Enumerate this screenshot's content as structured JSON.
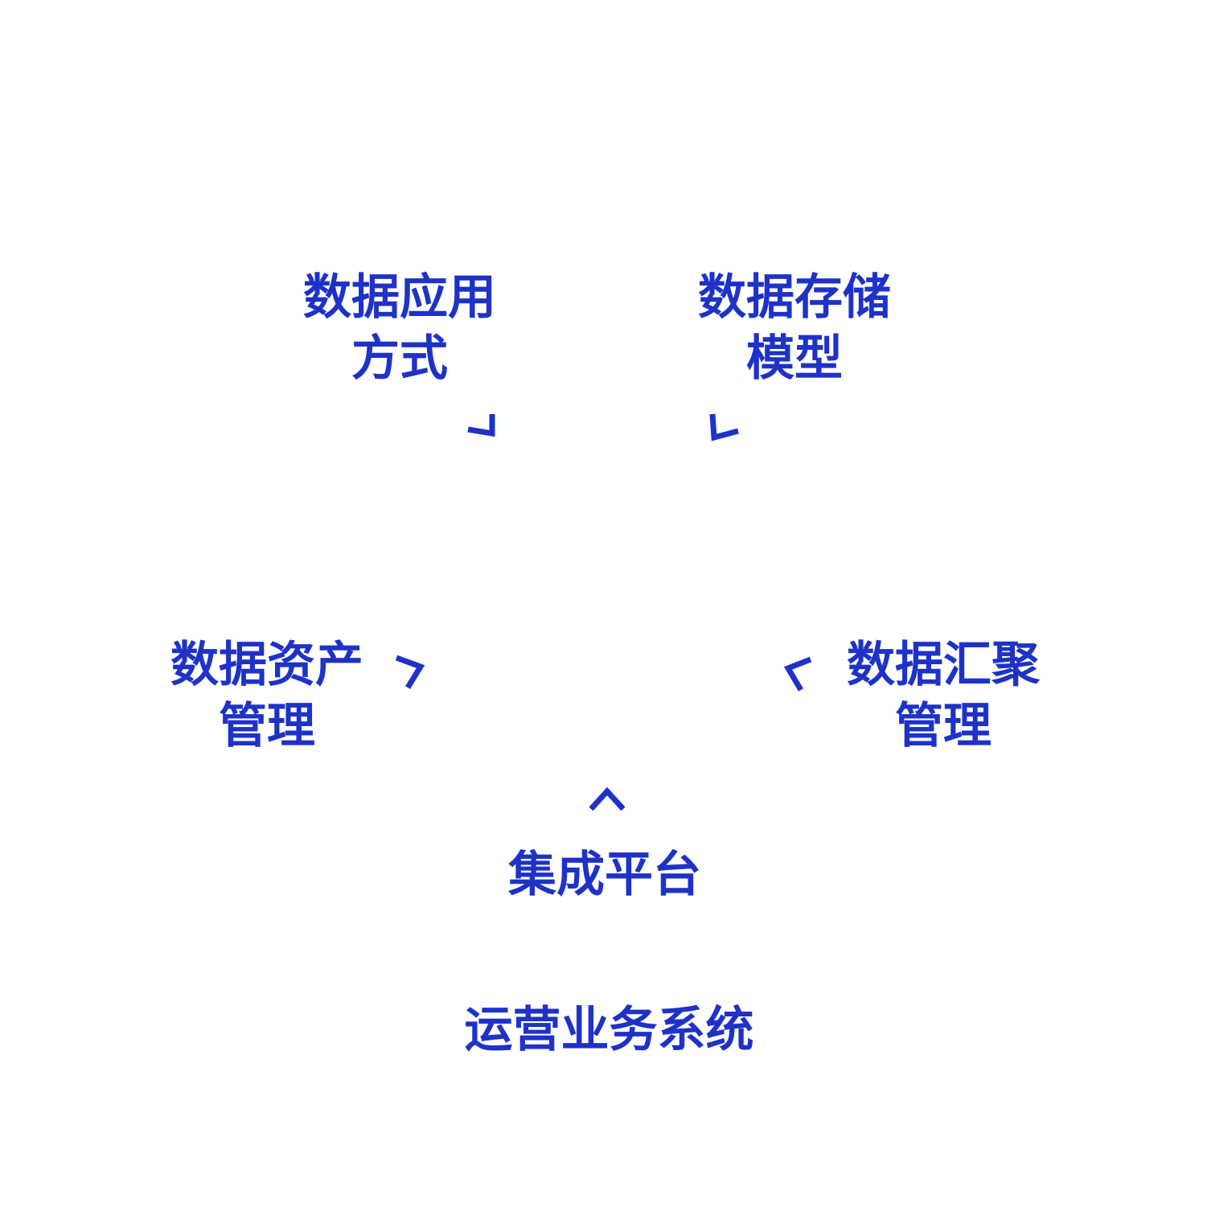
{
  "diagram": {
    "accent_color": "#1e32c8",
    "nodes": {
      "data_application": {
        "line1": "数据应用",
        "line2": "方式"
      },
      "data_storage": {
        "line1": "数据存储",
        "line2": "模型"
      },
      "data_asset": {
        "line1": "数据资产",
        "line2": "管理"
      },
      "data_aggregation": {
        "line1": "数据汇聚",
        "line2": "管理"
      },
      "integration_platform": {
        "line1": "集成平台"
      },
      "operation_system": {
        "line1": "运营业务系统"
      }
    }
  }
}
